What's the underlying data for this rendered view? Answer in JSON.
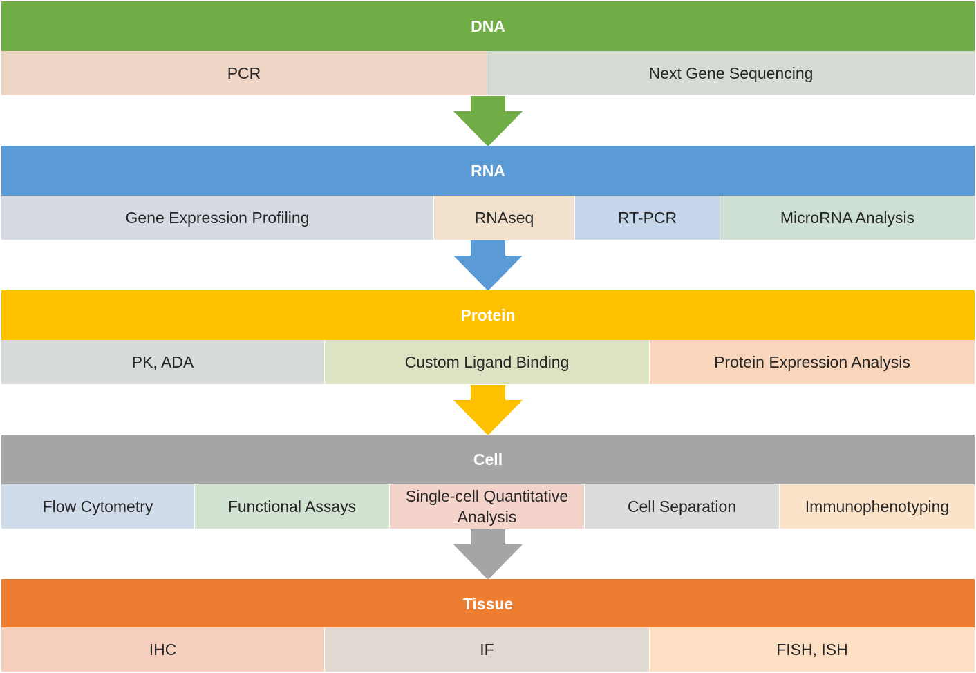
{
  "colors": {
    "dna": "#70ad47",
    "rna": "#5b9bd5",
    "protein": "#ffc000",
    "cell": "#a5a5a5",
    "tissue": "#ed7d31"
  },
  "stages": [
    {
      "title": "DNA",
      "items": [
        {
          "label": "PCR",
          "color": "#eed5c6"
        },
        {
          "label": "Next Gene Sequencing",
          "color": "#d6dcd4"
        }
      ]
    },
    {
      "title": "RNA",
      "items": [
        {
          "label": "Gene Expression Profiling",
          "color": "#d6dae2"
        },
        {
          "label": "RNAseq",
          "color": "#f0e0cc"
        },
        {
          "label": "RT-PCR",
          "color": "#c6d6ea"
        },
        {
          "label": "MicroRNA Analysis",
          "color": "#cde0d3"
        }
      ]
    },
    {
      "title": "Protein",
      "items": [
        {
          "label": "PK, ADA",
          "color": "#d8dcd8"
        },
        {
          "label": "Custom Ligand Binding",
          "color": "#dbe3c3"
        },
        {
          "label": "Protein Expression Analysis",
          "color": "#f8d5bb"
        }
      ]
    },
    {
      "title": "Cell",
      "items": [
        {
          "label": "Flow Cytometry",
          "color": "#d1dceb"
        },
        {
          "label": "Functional Assays",
          "color": "#d3e3d2"
        },
        {
          "label": "Single-cell Quantitative Analysis",
          "color": "#f3d3ca"
        },
        {
          "label": "Cell Separation",
          "color": "#dcdcdc"
        },
        {
          "label": "Immunophenotyping",
          "color": "#fae3c9"
        }
      ]
    },
    {
      "title": "Tissue",
      "items": [
        {
          "label": "IHC",
          "color": "#f6cfbe"
        },
        {
          "label": "IF",
          "color": "#e3d9d3"
        },
        {
          "label": "FISH, ISH",
          "color": "#fde0c3"
        }
      ]
    }
  ]
}
